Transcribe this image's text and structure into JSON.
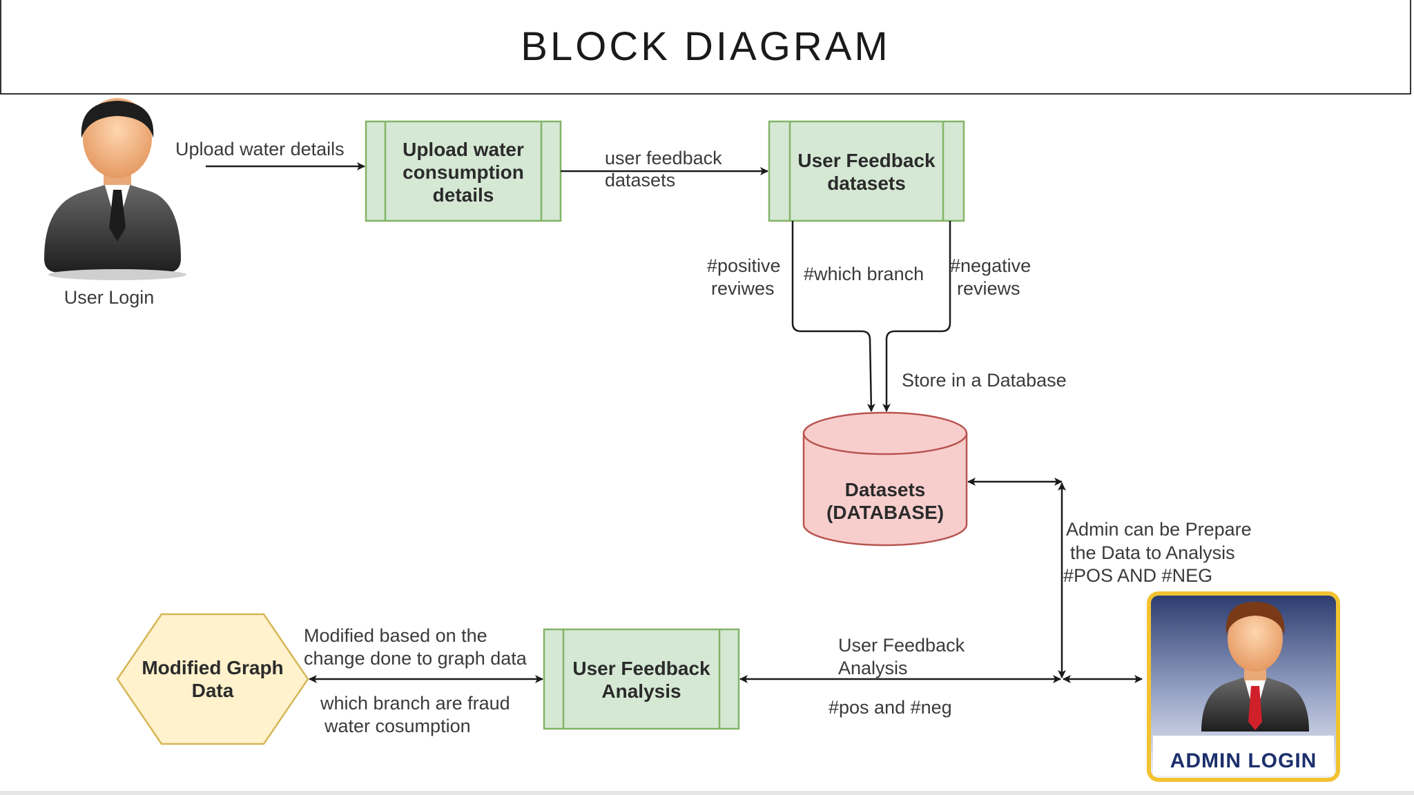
{
  "title": "BLOCK DIAGRAM",
  "actors": {
    "user": {
      "label": "User Login",
      "icon": "user-avatar-icon"
    },
    "admin": {
      "label": "ADMIN LOGIN",
      "icon": "admin-avatar-icon"
    }
  },
  "nodes": {
    "upload_box": {
      "lines": [
        "Upload water",
        "consumption",
        "details"
      ]
    },
    "feedback_box": {
      "lines": [
        "User Feedback",
        "datasets"
      ]
    },
    "database": {
      "lines": [
        "Datasets",
        "(DATABASE)"
      ]
    },
    "analysis_box": {
      "lines": [
        "User Feedback",
        "Analysis"
      ]
    },
    "graph_hex": {
      "lines": [
        "Modified Graph",
        "Data"
      ]
    }
  },
  "edge_labels": {
    "upload_water_details": "Upload water details",
    "user_feedback_datasets": [
      "user feedback",
      "datasets"
    ],
    "positive_reviews": [
      "#positive",
      "reviwes"
    ],
    "which_branch": "#which branch",
    "negative_reviews": [
      "#negative",
      "reviews"
    ],
    "store_db": "Store in a Database",
    "admin_prepare": [
      "Admin can be Prepare",
      "the Data to Analysis",
      "#POS AND #NEG"
    ],
    "user_feedback_analysis": [
      "User Feedback",
      "Analysis"
    ],
    "pos_neg": "#pos and #neg",
    "modified_based": [
      "Modified based on the",
      "change done to graph data"
    ],
    "fraud_branch": [
      "which branch are fraud",
      "water cosumption"
    ]
  },
  "colors": {
    "process_fill": "#d5e8d4",
    "process_stroke": "#82b366",
    "db_fill": "#f8cecc",
    "db_stroke": "#b85450",
    "hex_fill": "#fff2cc",
    "hex_stroke": "#d6b656",
    "admin_border": "#f2c230",
    "line": "#1a1a1a"
  }
}
